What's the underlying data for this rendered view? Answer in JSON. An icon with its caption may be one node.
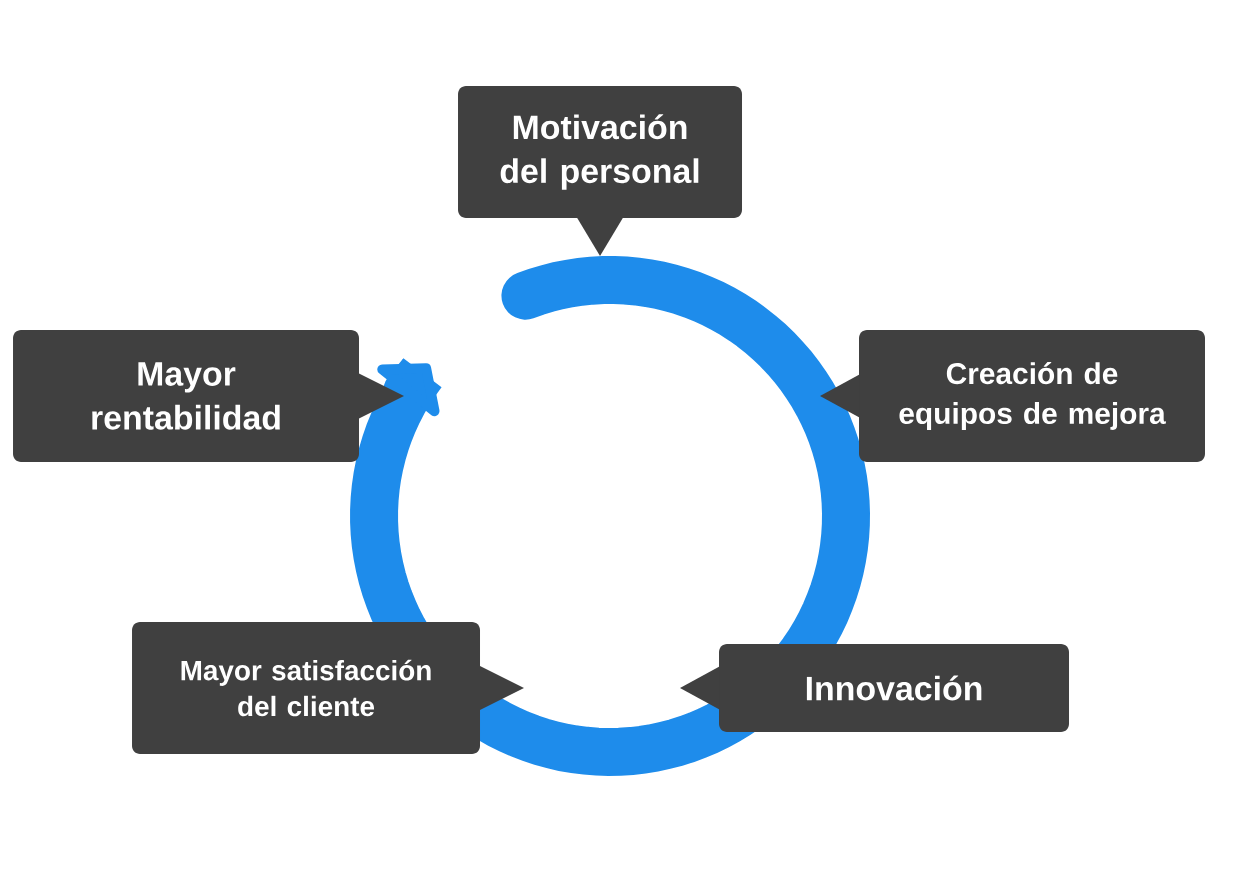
{
  "diagram": {
    "nodes": [
      {
        "text": [
          "Motivación del personal"
        ]
      },
      {
        "text": [
          "Creación de equipos de mejora"
        ]
      },
      {
        "text": [
          "Innovación"
        ]
      },
      {
        "text": [
          "Mayor satisfacción del cliente"
        ]
      },
      {
        "text": [
          "Mayor rentabilidad"
        ]
      }
    ]
  }
}
